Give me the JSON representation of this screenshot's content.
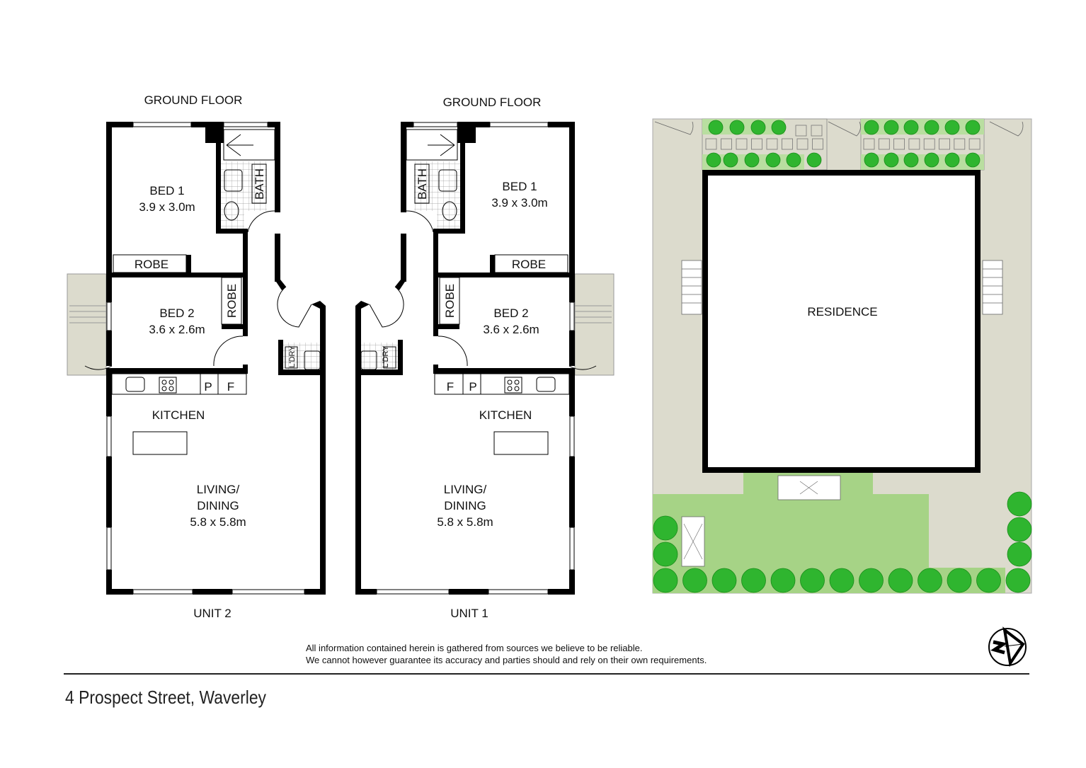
{
  "units": [
    {
      "floor_label": "GROUND FLOOR",
      "unit_label": "UNIT 2",
      "rooms": {
        "bed1": "BED 1",
        "bed1_size": "3.9 x 3.0m",
        "bath": "BATH",
        "robe1": "ROBE",
        "bed2": "BED 2",
        "bed2_size": "3.6 x 2.6m",
        "robe2": "ROBE",
        "laundry": "L'DRY",
        "pantry": "P",
        "fridge": "F",
        "kitchen": "KITCHEN",
        "living1": "LIVING/",
        "living2": "DINING",
        "living_size": "5.8 x 5.8m"
      }
    },
    {
      "floor_label": "GROUND FLOOR",
      "unit_label": "UNIT 1",
      "rooms": {
        "bed1": "BED 1",
        "bed1_size": "3.9 x 3.0m",
        "bath": "BATH",
        "robe1": "ROBE",
        "bed2": "BED 2",
        "bed2_size": "3.6 x 2.6m",
        "robe2": "ROBE",
        "laundry": "L'DRY",
        "pantry": "P",
        "fridge": "F",
        "kitchen": "KITCHEN",
        "living1": "LIVING/",
        "living2": "DINING",
        "living_size": "5.8 x 5.8m"
      }
    }
  ],
  "site": {
    "residence_label": "RESIDENCE"
  },
  "disclaimer": [
    "All information contained herein is gathered from sources we believe to be reliable.",
    "We cannot however guarantee its accuracy and parties should and rely on their own requirements."
  ],
  "address": "4 Prospect Street, Waverley",
  "icons": {
    "compass": "north-arrow-icon"
  },
  "colors": {
    "wall": "#000000",
    "paving": "#dcdbcd",
    "lawn": "#a6d386",
    "tree": "#2fb52f",
    "planter": "#b9dea0"
  }
}
